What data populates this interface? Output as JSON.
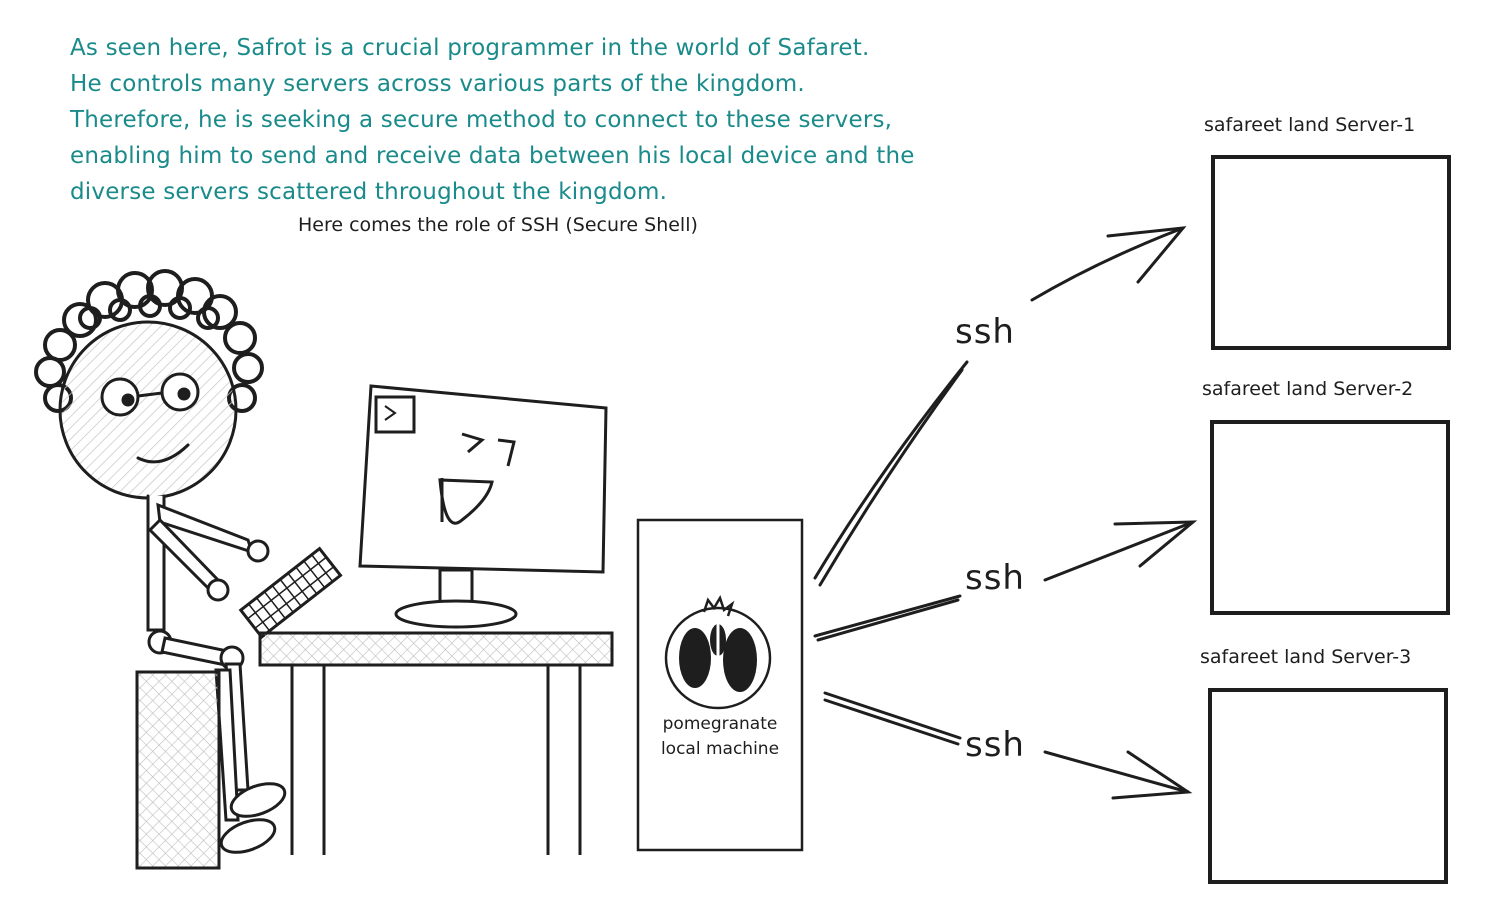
{
  "intro": {
    "lines": [
      "As seen here, Safrot is a crucial programmer in the world of Safaret.",
      "He controls many servers across various parts of the kingdom.",
      "Therefore, he is seeking a secure method to connect to these servers,",
      "enabling him to send and receive data between his local device and the",
      "diverse servers scattered throughout the kingdom."
    ],
    "subline": "Here comes the role of SSH (Secure Shell)",
    "color": "#1a8a8a"
  },
  "local_machine": {
    "label_line1": "pomegranate",
    "label_line2": "local machine"
  },
  "connections": [
    {
      "label": "ssh"
    },
    {
      "label": "ssh"
    },
    {
      "label": "ssh"
    }
  ],
  "servers": [
    {
      "label": "safareet land Server-1"
    },
    {
      "label": "safareet land Server-2"
    },
    {
      "label": "safareet land Server-3"
    }
  ],
  "ink_color": "#1e1e1e"
}
